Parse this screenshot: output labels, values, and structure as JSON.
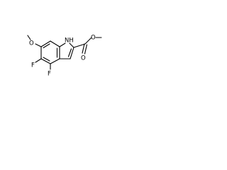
{
  "molecule": {
    "atoms": {
      "nh": "NH",
      "f_upper": "F",
      "f_lower": "F",
      "o_methoxy": "O",
      "o_carbonyl": "O",
      "o_ester": "O"
    },
    "colors": {
      "bond": "#000000",
      "label": "#000000",
      "background": "#ffffff"
    }
  }
}
